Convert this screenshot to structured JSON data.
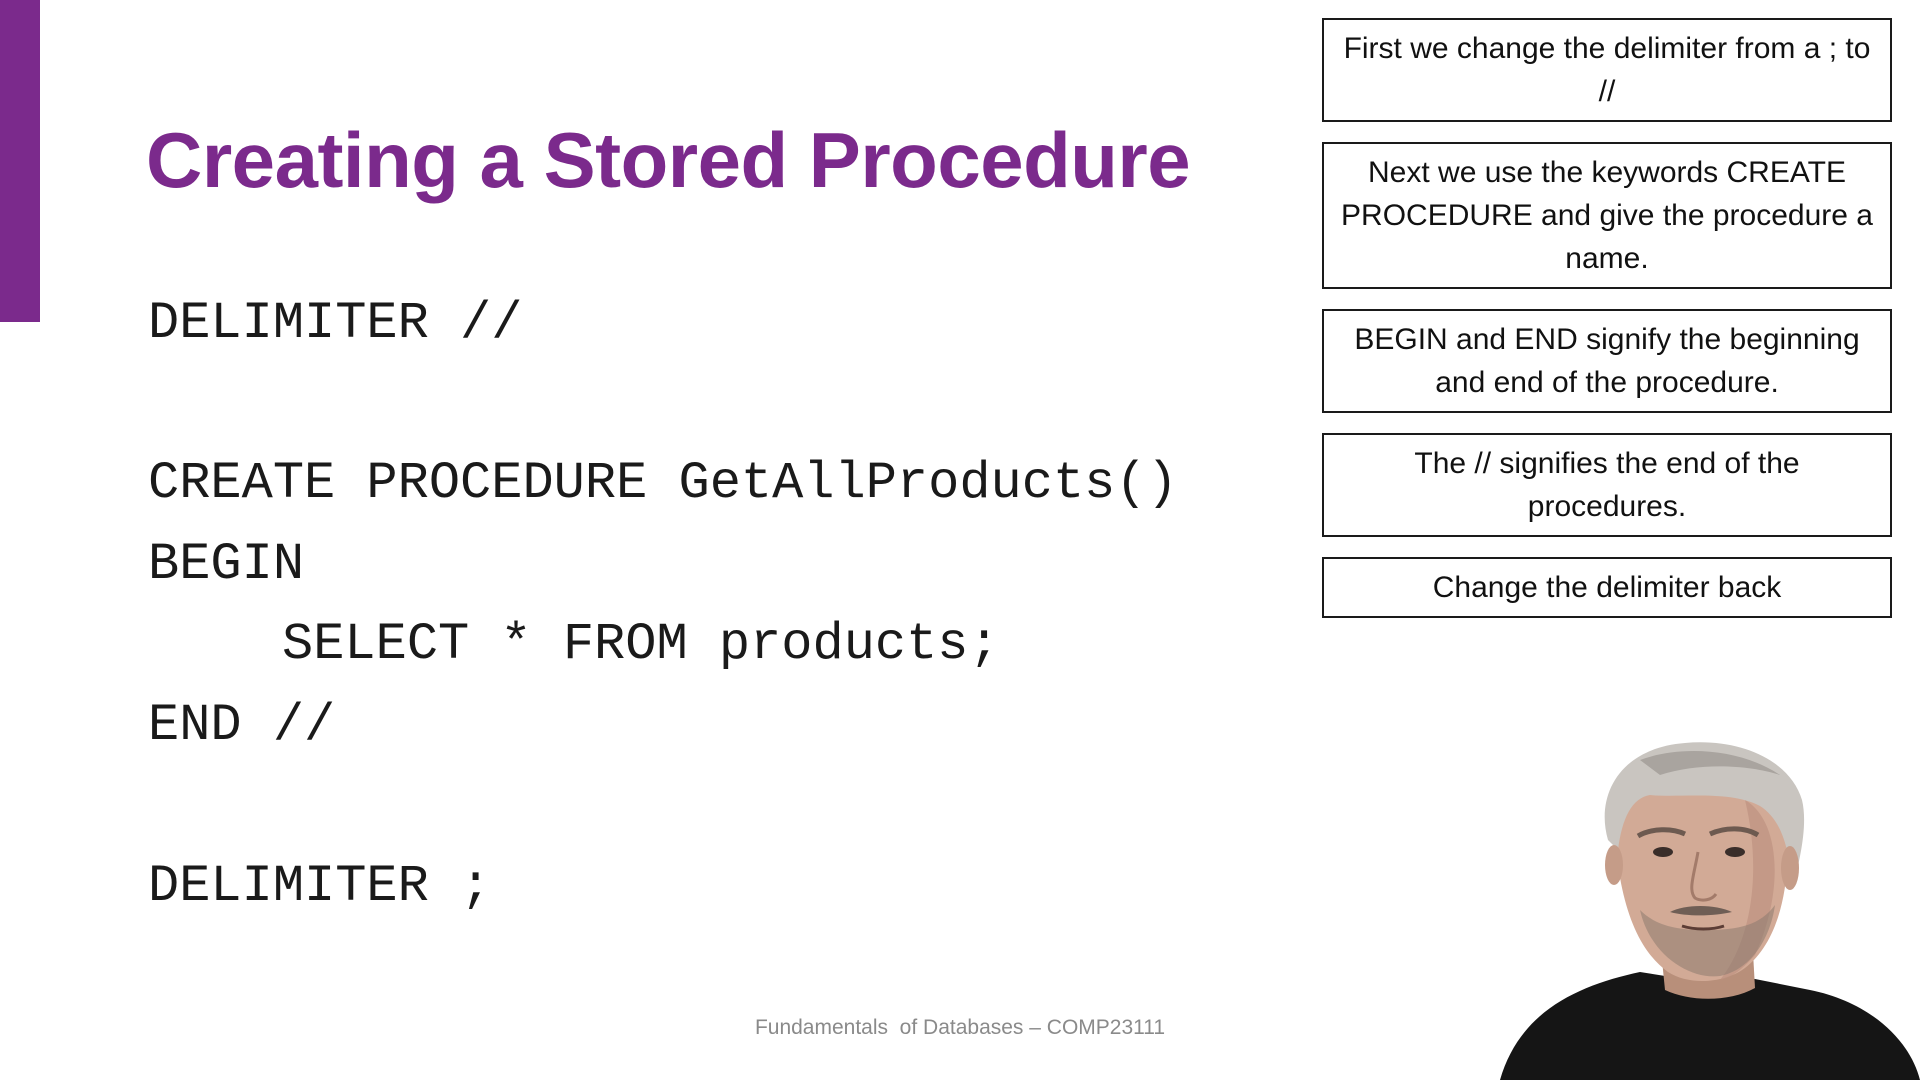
{
  "slide": {
    "title": "Creating a Stored Procedure",
    "accent_color": "#7b2a8c",
    "footer": "Fundamentals  of Databases – COMP23111"
  },
  "code": {
    "lines": [
      "DELIMITER //",
      "CREATE PROCEDURE GetAllProducts()",
      "BEGIN",
      "SELECT * FROM products;",
      "END //",
      "DELIMITER ;"
    ]
  },
  "notes": [
    "First we change the delimiter from a ; to //",
    "Next we use the keywords CREATE PROCEDURE and give the procedure a name.",
    "BEGIN and END signify the beginning and end of the procedure.",
    "The // signifies the end of the procedures.",
    "Change the delimiter back"
  ],
  "webcam": {
    "icon": "presenter-webcam-feed"
  }
}
